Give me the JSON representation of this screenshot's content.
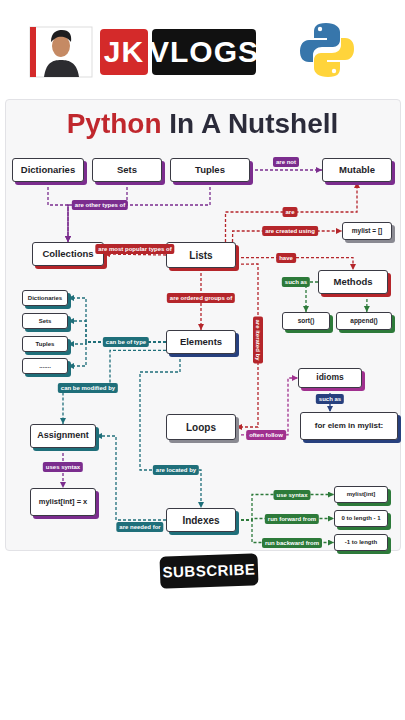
{
  "diagram": {
    "title": "Python In A Nutshell",
    "nodes": [
      {
        "text": [
          "Dictionaries"
        ]
      },
      {
        "text": [
          "Sets"
        ]
      },
      {
        "text": [
          "Tuples"
        ]
      },
      {
        "text": [
          "Mutable"
        ]
      },
      {
        "text": [
          "Collections"
        ]
      },
      {
        "text": [
          "Lists"
        ]
      },
      {
        "text": [
          "mylist = []"
        ]
      },
      {
        "text": [
          "Methods"
        ]
      },
      {
        "text": [
          "sort()"
        ]
      },
      {
        "text": [
          "append()"
        ]
      },
      {
        "text": [
          "Dictionaries"
        ]
      },
      {
        "text": [
          "Sets"
        ]
      },
      {
        "text": [
          "Tuples"
        ]
      },
      {
        "text": [
          "......."
        ]
      },
      {
        "text": [
          "Elements"
        ]
      },
      {
        "text": [
          "idioms"
        ]
      },
      {
        "text": [
          "Loops"
        ]
      },
      {
        "text": [
          "for elem in mylist:"
        ]
      },
      {
        "text": [
          "Assignment"
        ]
      },
      {
        "text": [
          "mylist[int] = x"
        ]
      },
      {
        "text": [
          "Indexes"
        ]
      },
      {
        "text": [
          "mylist[int]"
        ]
      },
      {
        "text": [
          "0 to length - 1"
        ]
      },
      {
        "text": [
          "-1 to length"
        ]
      },
      {
        "text": [
          "SUBSCRIBE"
        ]
      }
    ],
    "edges": [
      {
        "from": 0,
        "to": 4,
        "arrow": "to"
      },
      {
        "from": 1,
        "to": 4,
        "label": "are other types of",
        "arrow": "to"
      },
      {
        "from": 2,
        "to": 4,
        "arrow": "to"
      },
      {
        "from": 2,
        "to": 3,
        "label": "are not",
        "arrow": "to"
      },
      {
        "from": 5,
        "to": 3,
        "label": "are",
        "arrow": "to"
      },
      {
        "from": 5,
        "to": 6,
        "label": "are created using",
        "arrow": "to"
      },
      {
        "from": 5,
        "to": 4,
        "label": "are most popular types of",
        "arrow": "to"
      },
      {
        "from": 5,
        "to": 7,
        "label": "have",
        "arrow": "to"
      },
      {
        "from": 7,
        "to": 8,
        "label": "such as",
        "arrow": "to"
      },
      {
        "from": 7,
        "to": 9,
        "arrow": "to"
      },
      {
        "from": 5,
        "to": 14,
        "label": "are ordered groups of",
        "arrow": "to"
      },
      {
        "from": 5,
        "to": 16,
        "label": "are iterated by",
        "arrow": "to"
      },
      {
        "from": 14,
        "to": 10,
        "label": "can be of type",
        "arrow": "to"
      },
      {
        "from": 14,
        "to": 11,
        "arrow": "to"
      },
      {
        "from": 14,
        "to": 12,
        "arrow": "to"
      },
      {
        "from": 14,
        "to": 13,
        "arrow": "to"
      },
      {
        "from": 14,
        "to": 18,
        "label": "can be modified by",
        "arrow": "to"
      },
      {
        "from": 14,
        "to": 20,
        "label": "are located by",
        "arrow": "to"
      },
      {
        "from": 16,
        "to": 15,
        "label": "often follow",
        "arrow": "to"
      },
      {
        "from": 15,
        "to": 17,
        "label": "such as",
        "arrow": "to"
      },
      {
        "from": 18,
        "to": 19,
        "label": "uses syntax",
        "arrow": "to"
      },
      {
        "from": 20,
        "to": 18,
        "label": "are needed for",
        "arrow": "to"
      },
      {
        "from": 20,
        "to": 21,
        "label": "use syntax",
        "arrow": "to"
      },
      {
        "from": 20,
        "to": 22,
        "label": "run forward from",
        "arrow": "to"
      },
      {
        "from": 20,
        "to": 23,
        "label": "run backward from",
        "arrow": "to"
      }
    ],
    "labels": [
      "JK",
      "VLOGS"
    ]
  }
}
